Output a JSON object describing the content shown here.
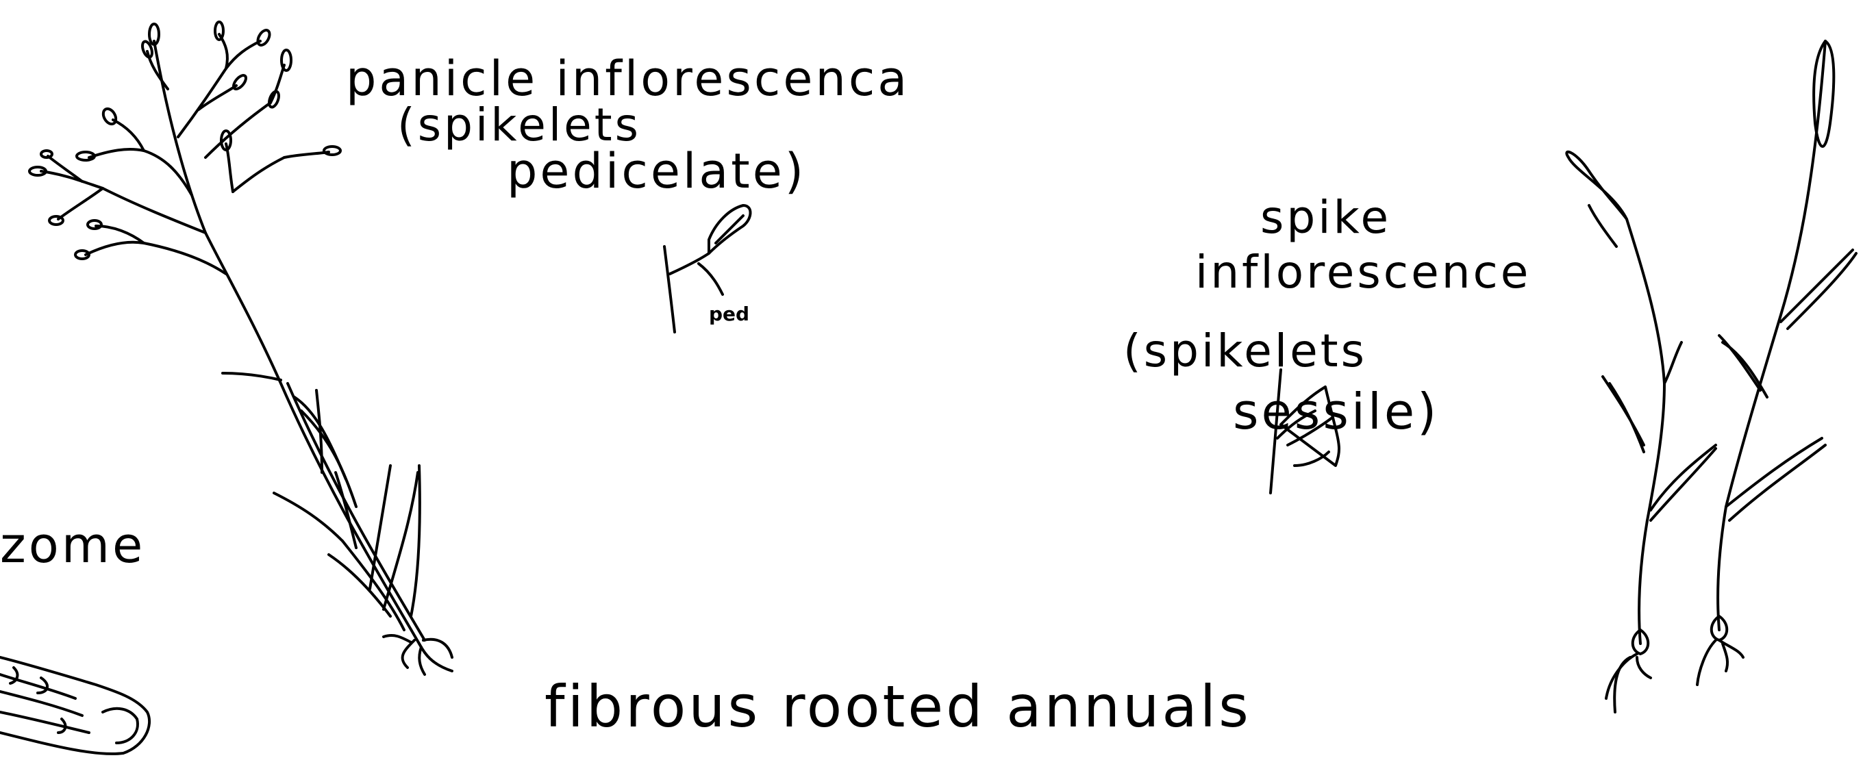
{
  "labels": {
    "panicle_line1": "panicle  inflorescenca",
    "panicle_line2": "(spikelets",
    "panicle_line3": "pedicelate)",
    "pedicel_abbrev": "ped",
    "spike_line1": "spike",
    "spike_line2": "inflorescence",
    "spike_line3": "(spikelets",
    "spike_line4": "sessile)",
    "rhizome_fragment": "zome",
    "caption": "fibrous  rooted  annuals"
  },
  "ink_color": "#000000",
  "background_color": "#ffffff"
}
